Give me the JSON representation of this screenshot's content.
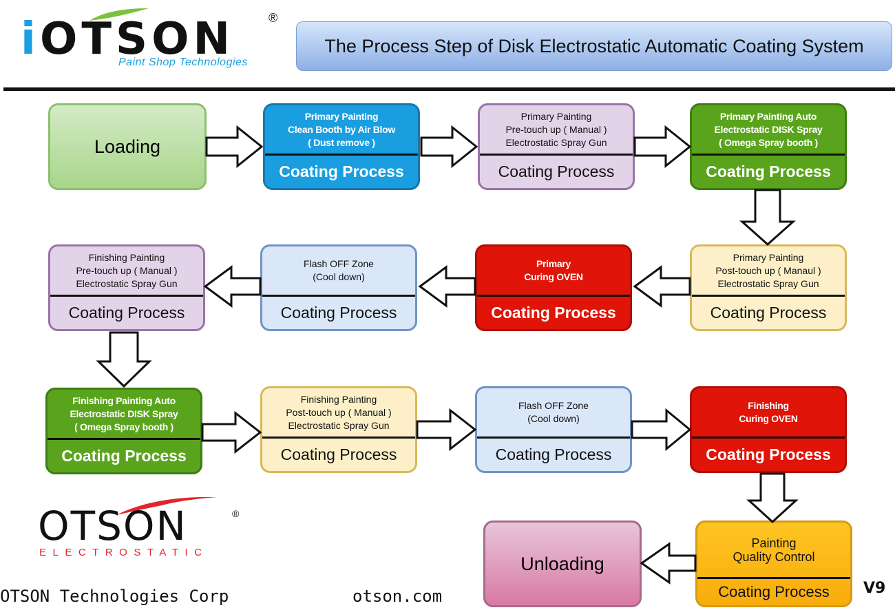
{
  "header": {
    "logo": {
      "letter_i": "i",
      "word": "OTSON",
      "registered": "®",
      "tagline": "Paint Shop Technologies",
      "leaf_color": "#7cc13c",
      "accent_color": "#1aa0e0"
    },
    "title": "The Process Step of Disk Electrostatic Automatic Coating System"
  },
  "steps": [
    {
      "id": "loading",
      "label": "Loading",
      "style": "start",
      "color": "#a8d58a"
    },
    {
      "id": "primary-clean",
      "title": "Primary Painting\nClean Booth by Air Blow\n( Dust remove )",
      "footer": "Coating Process",
      "color": "#1a9ee0"
    },
    {
      "id": "primary-pretouch",
      "title": "Primary Painting\nPre-touch up ( Manual )\nElectrostatic Spray Gun",
      "footer": "Coating Process",
      "color": "#e3d3e8"
    },
    {
      "id": "primary-auto",
      "title": "Primary Painting Auto\nElectrostatic DISK Spray\n(  Omega Spray booth )",
      "footer": "Coating Process",
      "color": "#5aa41d"
    },
    {
      "id": "primary-posttouch",
      "title": "Primary Painting\nPost-touch up ( Manaul )\nElectrostatic Spray Gun",
      "footer": "Coating Process",
      "color": "#fdf0c8"
    },
    {
      "id": "primary-oven",
      "title": "Primary\nCuring OVEN",
      "footer": "Coating Process",
      "color": "#e01408"
    },
    {
      "id": "flash-off-1",
      "title": "Flash OFF Zone\n(Cool down)",
      "footer": "Coating Process",
      "color": "#dae7f8"
    },
    {
      "id": "finishing-pretouch",
      "title": "Finishing Painting\nPre-touch up ( Manual )\nElectrostatic Spray Gun",
      "footer": "Coating Process",
      "color": "#e3d3e8"
    },
    {
      "id": "finishing-auto",
      "title": "Finishing  Painting Auto\nElectrostatic DISK Spray\n(  Omega Spray booth )",
      "footer": "Coating Process",
      "color": "#5aa41d"
    },
    {
      "id": "finishing-posttouch",
      "title": "Finishing Painting\nPost-touch up ( Manual )\nElectrostatic Spray Gun",
      "footer": "Coating Process",
      "color": "#fdf0c8"
    },
    {
      "id": "flash-off-2",
      "title": "Flash OFF Zone\n(Cool down)",
      "footer": "Coating Process",
      "color": "#dae7f8"
    },
    {
      "id": "finishing-oven",
      "title": "Finishing\nCuring OVEN",
      "footer": "Coating Process",
      "color": "#e01408"
    },
    {
      "id": "quality-control",
      "title": "Painting\nQuality Control",
      "footer": "Coating Process",
      "color": "#fec522"
    },
    {
      "id": "unloading",
      "label": "Unloading",
      "style": "end",
      "color": "#d87aa4"
    }
  ],
  "footer": {
    "logo": {
      "word": "OTSON",
      "registered": "®",
      "subtitle": "ELECTROSTATIC",
      "swoosh_color": "#e2252b"
    },
    "company": "OTSON Technologies Corp",
    "website": "otson.com",
    "version": "V9"
  }
}
